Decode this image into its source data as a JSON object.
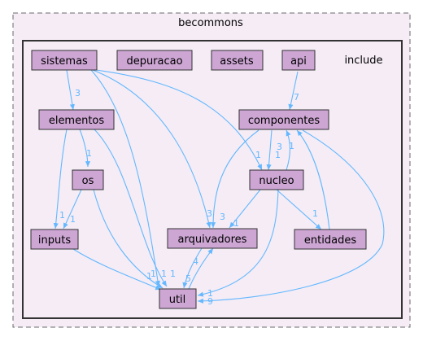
{
  "outer_cluster": {
    "title": "becommons"
  },
  "inner_cluster": {
    "title": "include"
  },
  "colors": {
    "outer_fill": "#f5ecf5",
    "inner_fill": "#f5ecf5",
    "node_fill": "#cda6d4",
    "node_border": "#333333",
    "edge": "#63b8ff"
  },
  "nodes": {
    "sistemas": "sistemas",
    "depuracao": "depuracao",
    "assets": "assets",
    "api": "api",
    "elementos": "elementos",
    "componentes": "componentes",
    "os": "os",
    "nucleo": "nucleo",
    "inputs": "inputs",
    "arquivadores": "arquivadores",
    "entidades": "entidades",
    "util": "util"
  },
  "edge_labels": {
    "sistemas_elementos": "3",
    "api_componentes": "7",
    "elementos_os": "1",
    "elementos_inputs": "1",
    "elementos_util": "1",
    "sistemas_util": "1",
    "sistemas_arquivadores": "3",
    "sistemas_nucleo": "1",
    "componentes_nucleo": "3",
    "nucleo_componentes": "1",
    "componentes_arquivadores": "3",
    "componentes_util": "9",
    "os_inputs": "1",
    "os_util": "1",
    "nucleo_arquivadores": "1",
    "nucleo_entidades": "1",
    "nucleo_util": "1",
    "entidades_componentes": "1",
    "inputs_util": "1",
    "arquivadores_util": "5",
    "util_arquivadores": "4"
  }
}
